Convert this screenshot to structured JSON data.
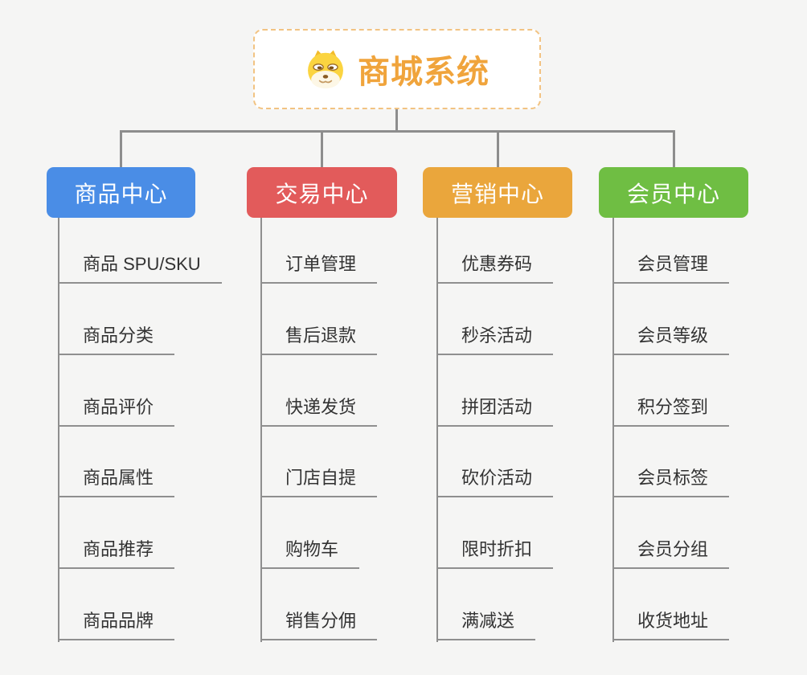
{
  "root": {
    "title": "商城系统",
    "icon": "doge-icon"
  },
  "branches": [
    {
      "id": "product-center",
      "label": "商品中心",
      "color": "#4A8DE6",
      "items": [
        "商品 SPU/SKU",
        "商品分类",
        "商品评价",
        "商品属性",
        "商品推荐",
        "商品品牌"
      ]
    },
    {
      "id": "trade-center",
      "label": "交易中心",
      "color": "#E25B5B",
      "items": [
        "订单管理",
        "售后退款",
        "快递发货",
        "门店自提",
        "购物车",
        "销售分佣"
      ]
    },
    {
      "id": "marketing-center",
      "label": "营销中心",
      "color": "#EAA63C",
      "items": [
        "优惠券码",
        "秒杀活动",
        "拼团活动",
        "砍价活动",
        "限时折扣",
        "满减送"
      ]
    },
    {
      "id": "member-center",
      "label": "会员中心",
      "color": "#6FBE43",
      "items": [
        "会员管理",
        "会员等级",
        "积分签到",
        "会员标签",
        "会员分组",
        "收货地址"
      ]
    }
  ],
  "colors": {
    "background": "#F5F5F4",
    "connector": "#8D8D8D",
    "subtopic_underline": "#8F8F8F",
    "subtopic_text": "#333333",
    "branch_text": "#FFFFFF",
    "root_text": "#F0A43C",
    "root_border": "#F2C382"
  }
}
